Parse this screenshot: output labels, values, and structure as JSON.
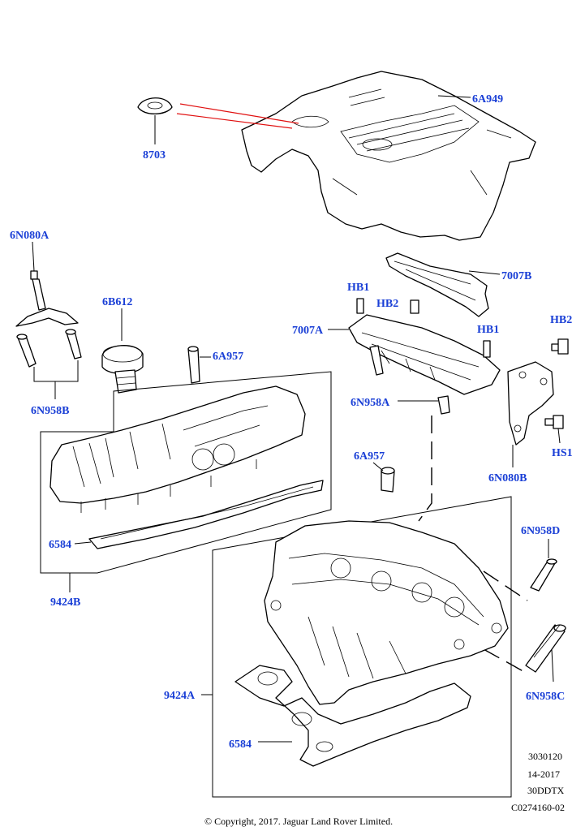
{
  "labels": {
    "p6A949": "6A949",
    "p8703": "8703",
    "p6N080A": "6N080A",
    "p6B612": "6B612",
    "p6A957_top": "6A957",
    "p6N958B": "6N958B",
    "p6584_left": "6584",
    "p9424B": "9424B",
    "p7007B": "7007B",
    "pHB1_left": "HB1",
    "pHB2_mid": "HB2",
    "p7007A": "7007A",
    "pHB1_right": "HB1",
    "pHB2_right": "HB2",
    "p6N958A": "6N958A",
    "p6A957_mid": "6A957",
    "pHS1": "HS1",
    "p6N080B": "6N080B",
    "p6N958D": "6N958D",
    "p9424A": "9424A",
    "p6N958C": "6N958C",
    "p6584_bottom": "6584"
  },
  "meta": {
    "code1": "3030120",
    "code2": "14-2017",
    "code3": "30DDTX",
    "code4": "C0274160-02"
  },
  "copyright": "© Copyright, 2017. Jaguar Land Rover Limited."
}
